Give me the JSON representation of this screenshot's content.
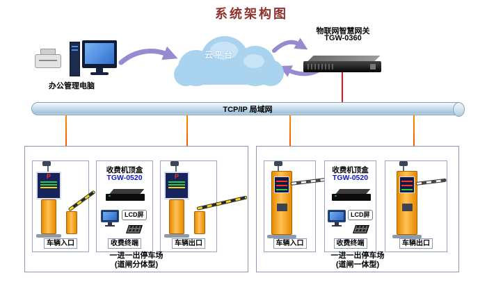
{
  "title": "系统架构图",
  "office_computer": {
    "label": "办公管理电脑"
  },
  "cloud": {
    "label": "云平台"
  },
  "gateway": {
    "name": "物联网智慧网关",
    "model": "TGW-0360"
  },
  "lan_bus": {
    "label": "TCP/IP  局域网"
  },
  "groups": [
    {
      "entrance": {
        "label": "车辆入口"
      },
      "tollbox": {
        "title": "收费机顶盒",
        "model": "TGW-0520",
        "lcd_label": "LCD屏",
        "terminal_label": "收费终端"
      },
      "exit": {
        "label": "车辆出口"
      },
      "caption_line1": "一进一出停车场",
      "caption_line2": "(道闸分体型)",
      "display_letter": "P"
    },
    {
      "entrance": {
        "label": "车辆入口"
      },
      "tollbox": {
        "title": "收费机顶盒",
        "model": "TGW-0520",
        "lcd_label": "LCD屏",
        "terminal_label": "收费终端"
      },
      "exit": {
        "label": "车辆出口"
      },
      "caption_line1": "一进一出停车场",
      "caption_line2": "(道闸一体型)"
    }
  ],
  "colors": {
    "title_text": "#8f312d",
    "cloud_fill": "#a9d3ee",
    "arrow_purple": "#948cce",
    "connector_orange": "#ff5a00",
    "gateway_link_red": "#ee1111",
    "model_text_blue": "#1414c8",
    "machine_orange": "#f59b18",
    "display_navy": "#17235c",
    "bus_fill": "#c7dcea"
  }
}
